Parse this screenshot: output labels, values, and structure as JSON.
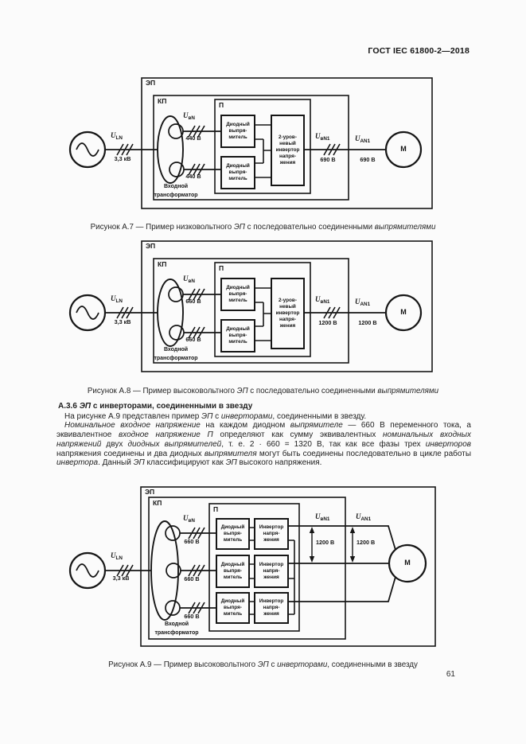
{
  "header": {
    "title": "ГОСТ IEC 61800-2—2018"
  },
  "page_number": "61",
  "section": {
    "heading_runs": [
      {
        "t": "А.3.6 "
      },
      {
        "t": "ЭП",
        "i": true
      },
      {
        "t": " с инверторами, соединенными в звезду"
      }
    ],
    "para1_runs": [
      {
        "t": "На рисунке А.9 представлен пример "
      },
      {
        "t": "ЭП",
        "i": true
      },
      {
        "t": " с "
      },
      {
        "t": "инверторами",
        "i": true
      },
      {
        "t": ", соединенными в звезду."
      }
    ],
    "para2_runs": [
      {
        "t": "Номинальное входное напряжение",
        "i": true
      },
      {
        "t": " на каждом диодном "
      },
      {
        "t": "выпрямителе",
        "i": true
      },
      {
        "t": " — 660 В переменного тока, а эквивалентное "
      },
      {
        "t": "входное напряжение П",
        "i": true
      },
      {
        "t": " определяют как сумму эквивалентных "
      },
      {
        "t": "номинальных входных напряжений",
        "i": true
      },
      {
        "t": " двух "
      },
      {
        "t": "диодных выпрямителей",
        "i": true
      },
      {
        "t": ", т. е. 2 · 660 = 1320 В, так как все фазы трех "
      },
      {
        "t": "инверторов",
        "i": true
      },
      {
        "t": " напряжения соединены и два диодных "
      },
      {
        "t": "выпрямителя",
        "i": true
      },
      {
        "t": " могут быть соединены последовательно в цикле работы "
      },
      {
        "t": "инвертора",
        "i": true
      },
      {
        "t": ". Данный "
      },
      {
        "t": "ЭП",
        "i": true
      },
      {
        "t": " классифицируют как "
      },
      {
        "t": "ЭП",
        "i": true
      },
      {
        "t": " высокого напряжения."
      }
    ]
  },
  "captions": {
    "fig7_runs": [
      {
        "t": "Рисунок А.7 — Пример низковольтного "
      },
      {
        "t": "ЭП",
        "i": true
      },
      {
        "t": " с последовательно соединенными "
      },
      {
        "t": "выпрямителями",
        "i": true
      }
    ],
    "fig8_runs": [
      {
        "t": "Рисунок А.8 — Пример высоковольтного "
      },
      {
        "t": "ЭП",
        "i": true
      },
      {
        "t": " с последовательно соединенными "
      },
      {
        "t": "выпрямителями",
        "i": true
      }
    ],
    "fig9_runs": [
      {
        "t": "Рисунок А.9 — Пример высоковольтного "
      },
      {
        "t": "ЭП",
        "i": true
      },
      {
        "t": " с "
      },
      {
        "t": "инверторами",
        "i": true
      },
      {
        "t": ", соединенными в звезду"
      }
    ]
  },
  "fig7": {
    "ep": "ЭП",
    "kp": "КП",
    "p": "П",
    "source_u": {
      "sym": "U",
      "sub": "LN"
    },
    "source_v": "3,3 кВ",
    "transformer_label": "Входной\nтрансформатор",
    "winding_u": {
      "sym": "U",
      "sub": "вN"
    },
    "winding_v1": "440 В",
    "winding_v2": "440 В",
    "rectifier": "Диодный\nвыпря-\nмитель",
    "inverter": "2-уров-\nневый\nинвертор\nнапря-\nжения",
    "out_u": {
      "sym": "U",
      "sub": "вN1"
    },
    "out_v": "690 В",
    "motor_u": {
      "sym": "U",
      "sub": "AN1"
    },
    "motor_v": "690 В",
    "motor": "М"
  },
  "fig8": {
    "ep": "ЭП",
    "kp": "КП",
    "p": "П",
    "source_u": {
      "sym": "U",
      "sub": "LN"
    },
    "source_v": "3,3 кВ",
    "transformer_label": "Входной\nтрансформатор",
    "winding_u": {
      "sym": "U",
      "sub": "вN"
    },
    "winding_v1": "660 В",
    "winding_v2": "660 В",
    "rectifier": "Диодный\nвыпря-\nмитель",
    "inverter": "2-уров-\nневый\nинвертор\nнапря-\nжения",
    "out_u": {
      "sym": "U",
      "sub": "вN1"
    },
    "out_v": "1200 В",
    "motor_u": {
      "sym": "U",
      "sub": "AN1"
    },
    "motor_v": "1200 В",
    "motor": "М"
  },
  "fig9": {
    "ep": "ЭП",
    "kp": "КП",
    "p": "П",
    "source_u": {
      "sym": "U",
      "sub": "LN"
    },
    "source_v": "3,3 кВ",
    "transformer_label": "Входной\nтрансформатор",
    "winding_u": {
      "sym": "U",
      "sub": "вN"
    },
    "winding_v1": "660 В",
    "winding_v2": "660 В",
    "winding_v3": "660 В",
    "rectifier": "Диодный\nвыпря-\nмитель",
    "inverter": "Инвертор\nнапря-\nжения",
    "out_u": {
      "sym": "U",
      "sub": "вN1"
    },
    "out_v": "1200 В",
    "motor_u": {
      "sym": "U",
      "sub": "AN1"
    },
    "motor_v": "1200 В",
    "motor": "М"
  }
}
